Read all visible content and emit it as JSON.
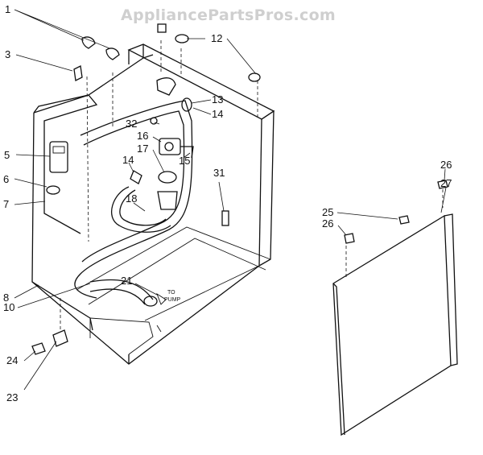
{
  "watermark": "AppliancePartsPros.com",
  "callouts": {
    "c1": "1",
    "c3": "3",
    "c5": "5",
    "c6": "6",
    "c7": "7",
    "c8": "8",
    "c10": "10",
    "c12": "12",
    "c13": "13",
    "c14a": "14",
    "c14b": "14",
    "c15": "15",
    "c16": "16",
    "c17": "17",
    "c18": "18",
    "c21": "21",
    "c23": "23",
    "c24": "24",
    "c25": "25",
    "c26a": "26",
    "c26b": "26",
    "c27": "27",
    "c31": "31",
    "c32": "32"
  },
  "pump_note": [
    "TO",
    "PUMP"
  ]
}
